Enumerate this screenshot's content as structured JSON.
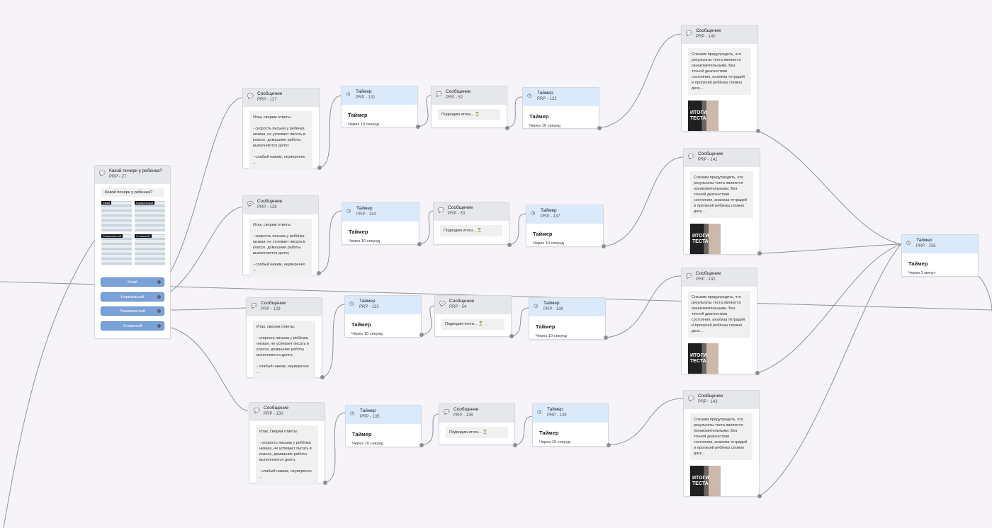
{
  "colors": {
    "background": "#f6f4f9",
    "message_header": "#e5e7eb",
    "timer_header": "#dbeafb",
    "button": "#7aa1d8"
  },
  "icons": {
    "message": "message-icon",
    "timer": "timer-icon"
  },
  "question": {
    "title": "Какой почерк у ребенка?",
    "id": "PRP - 27",
    "text": "Какой почерк у ребенка?",
    "image_labels": [
      "Узкий",
      "Нормальный",
      "Размашистый",
      "Угловатый"
    ],
    "options": [
      "Узкий",
      "Нормальный",
      "Размашистый",
      "Угловатый"
    ]
  },
  "answer_text": {
    "l1": "Итак, сверим ответы:",
    "l2": "- скорость письма у ребёнка низкая, не успевает писать в классе, домашние работы выполняются долго;",
    "l3": "- слабый нажим, неуверенно ..."
  },
  "result_text": "Спешим предупредить, что результаты теста являются ознакомительными. Без точной диагностики состояния, анализа тетрадей и прописей ребёнка сложно доск...",
  "thumb_text": "ИТОГИ ТЕСТА",
  "rows": [
    {
      "msg1": {
        "title": "Сообщение",
        "id": "PRP - 127"
      },
      "timer1": {
        "title": "Таймер",
        "id": "PRP - 131",
        "name": "Таймер",
        "desc": "Через 10 секунд"
      },
      "msg2": {
        "title": "Сообщение",
        "id": "PRP - 52",
        "text": "Подводим итоги... ⏳"
      },
      "timer2": {
        "title": "Таймер",
        "id": "PRP - 132",
        "name": "Таймер",
        "desc": "Через 10 секунд"
      },
      "result": {
        "title": "Сообщение",
        "id": "PRP - 140"
      }
    },
    {
      "msg1": {
        "title": "Сообщение",
        "id": "PRP - 128"
      },
      "timer1": {
        "title": "Таймер",
        "id": "PRP - 134",
        "name": "Таймер",
        "desc": "Через 10 секунд"
      },
      "msg2": {
        "title": "Сообщение",
        "id": "PRP - 53",
        "text": "Подводим итоги... ⏳"
      },
      "timer2": {
        "title": "Таймер",
        "id": "PRP - 137",
        "name": "Таймер",
        "desc": "Через 10 секунд"
      },
      "result": {
        "title": "Сообщение",
        "id": "PRP - 141"
      }
    },
    {
      "msg1": {
        "title": "Сообщение",
        "id": "PRP - 129"
      },
      "timer1": {
        "title": "Таймер",
        "id": "PRP - 133",
        "name": "Таймер",
        "desc": "Через 10 секунд"
      },
      "msg2": {
        "title": "Сообщение",
        "id": "PRP - 54",
        "text": "Подводим итоги... ⏳"
      },
      "timer2": {
        "title": "Таймер",
        "id": "PRP - 138",
        "name": "Таймер",
        "desc": "Через 10 секунд"
      },
      "result": {
        "title": "Сообщение",
        "id": "PRP - 142"
      }
    },
    {
      "msg1": {
        "title": "Сообщение",
        "id": "PRP - 130"
      },
      "timer1": {
        "title": "Таймер",
        "id": "PRP - 135",
        "name": "Таймер",
        "desc": "Через 10 секунд"
      },
      "msg2": {
        "title": "Сообщение",
        "id": "PRP - 136",
        "text": "Подводим итоги... ⏳"
      },
      "timer2": {
        "title": "Таймер",
        "id": "PRP - 139",
        "name": "Таймер",
        "desc": "Через 10 секунд"
      },
      "result": {
        "title": "Сообщение",
        "id": "PRP - 143"
      }
    }
  ],
  "final_timer": {
    "title": "Таймер",
    "id": "PRP - 235",
    "name": "Таймер",
    "desc": "Через 1 минут"
  }
}
